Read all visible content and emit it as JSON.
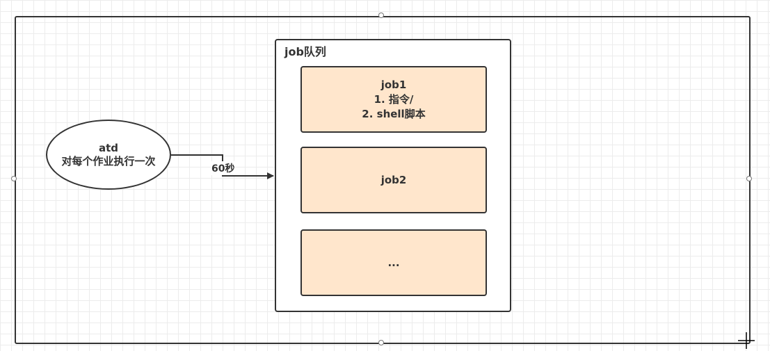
{
  "atd": {
    "title": "atd",
    "text": "对每个作业执行一次"
  },
  "edge": {
    "label": "60秒"
  },
  "queue": {
    "title": "job队列",
    "jobs": [
      {
        "lines": [
          "job1",
          "1. 指令/",
          "2. shell脚本"
        ]
      },
      {
        "lines": [
          "job2"
        ]
      },
      {
        "lines": [
          "..."
        ]
      }
    ]
  },
  "colors": {
    "job_fill": "#ffe6cc",
    "stroke": "#333333"
  }
}
